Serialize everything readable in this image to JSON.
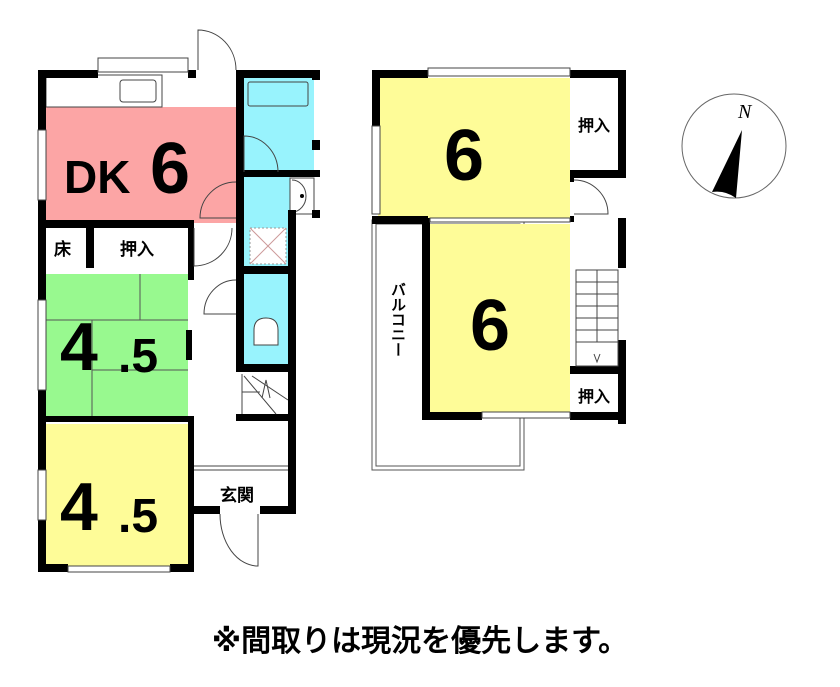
{
  "floor1": {
    "rooms": [
      {
        "id": "dk",
        "label_prefix": "DK",
        "label_num": "6",
        "color": "#fca5a5"
      },
      {
        "id": "washitsu-1",
        "label_int": "4",
        "label_dec": ".5",
        "color": "#98f98f"
      },
      {
        "id": "yoshitsu-1",
        "label_int": "4",
        "label_dec": ".5",
        "color": "#fefc98"
      },
      {
        "id": "bath",
        "label": "",
        "color": "#98f3fd"
      },
      {
        "id": "washroom",
        "label": "",
        "color": "#98f3fd"
      },
      {
        "id": "toilet",
        "label": "",
        "color": "#98f3fd"
      }
    ],
    "tokonoma_label": "床",
    "closet_label": "押入",
    "entrance_label": "玄関"
  },
  "floor2": {
    "rooms": [
      {
        "id": "room-north",
        "label": "6",
        "color": "#fefc98"
      },
      {
        "id": "room-south",
        "label": "6",
        "color": "#fefc98"
      }
    ],
    "closet_north_label": "押入",
    "closet_south_label": "押入",
    "balcony_label": "バルコニー"
  },
  "compass": {
    "label": "N"
  },
  "footer": {
    "note": "※間取りは現況を優先します。"
  },
  "colors": {
    "wall": "#000000",
    "pink": "#fca5a5",
    "green": "#98f98f",
    "yellow": "#fefc98",
    "cyan": "#98f3fd"
  }
}
